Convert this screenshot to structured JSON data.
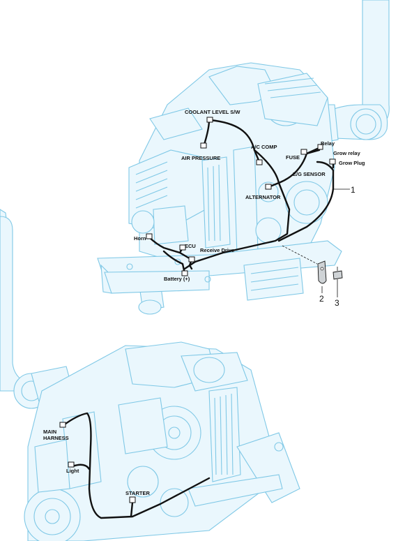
{
  "upper_view": {
    "labels": {
      "coolant_level": "COOLANT LEVEL S/W",
      "air_pressure": "AIR PRESSURE",
      "ac_comp": "A/C COMP",
      "fuse": "FUSE",
      "relay": "Relay",
      "grow_relay": "Grow relay",
      "grow_plug": "Grow Plug",
      "eg_sensor": "E/G SENSOR",
      "alternator": "ALTERNATOR",
      "horn": "Horn",
      "ecu": "ECU",
      "receive_drive": "Receive Drive",
      "battery": "Battery (+)"
    },
    "callouts": {
      "harness": "1",
      "bracket": "2",
      "bolt": "3"
    }
  },
  "lower_view": {
    "labels": {
      "main_harness_line1": "MAIN",
      "main_harness_line2": "HARNESS",
      "light": "Light",
      "starter": "STARTER"
    }
  },
  "colors": {
    "engine_line": "#7fc8e6",
    "engine_fill": "#eaf7fd",
    "wire": "#111111"
  }
}
